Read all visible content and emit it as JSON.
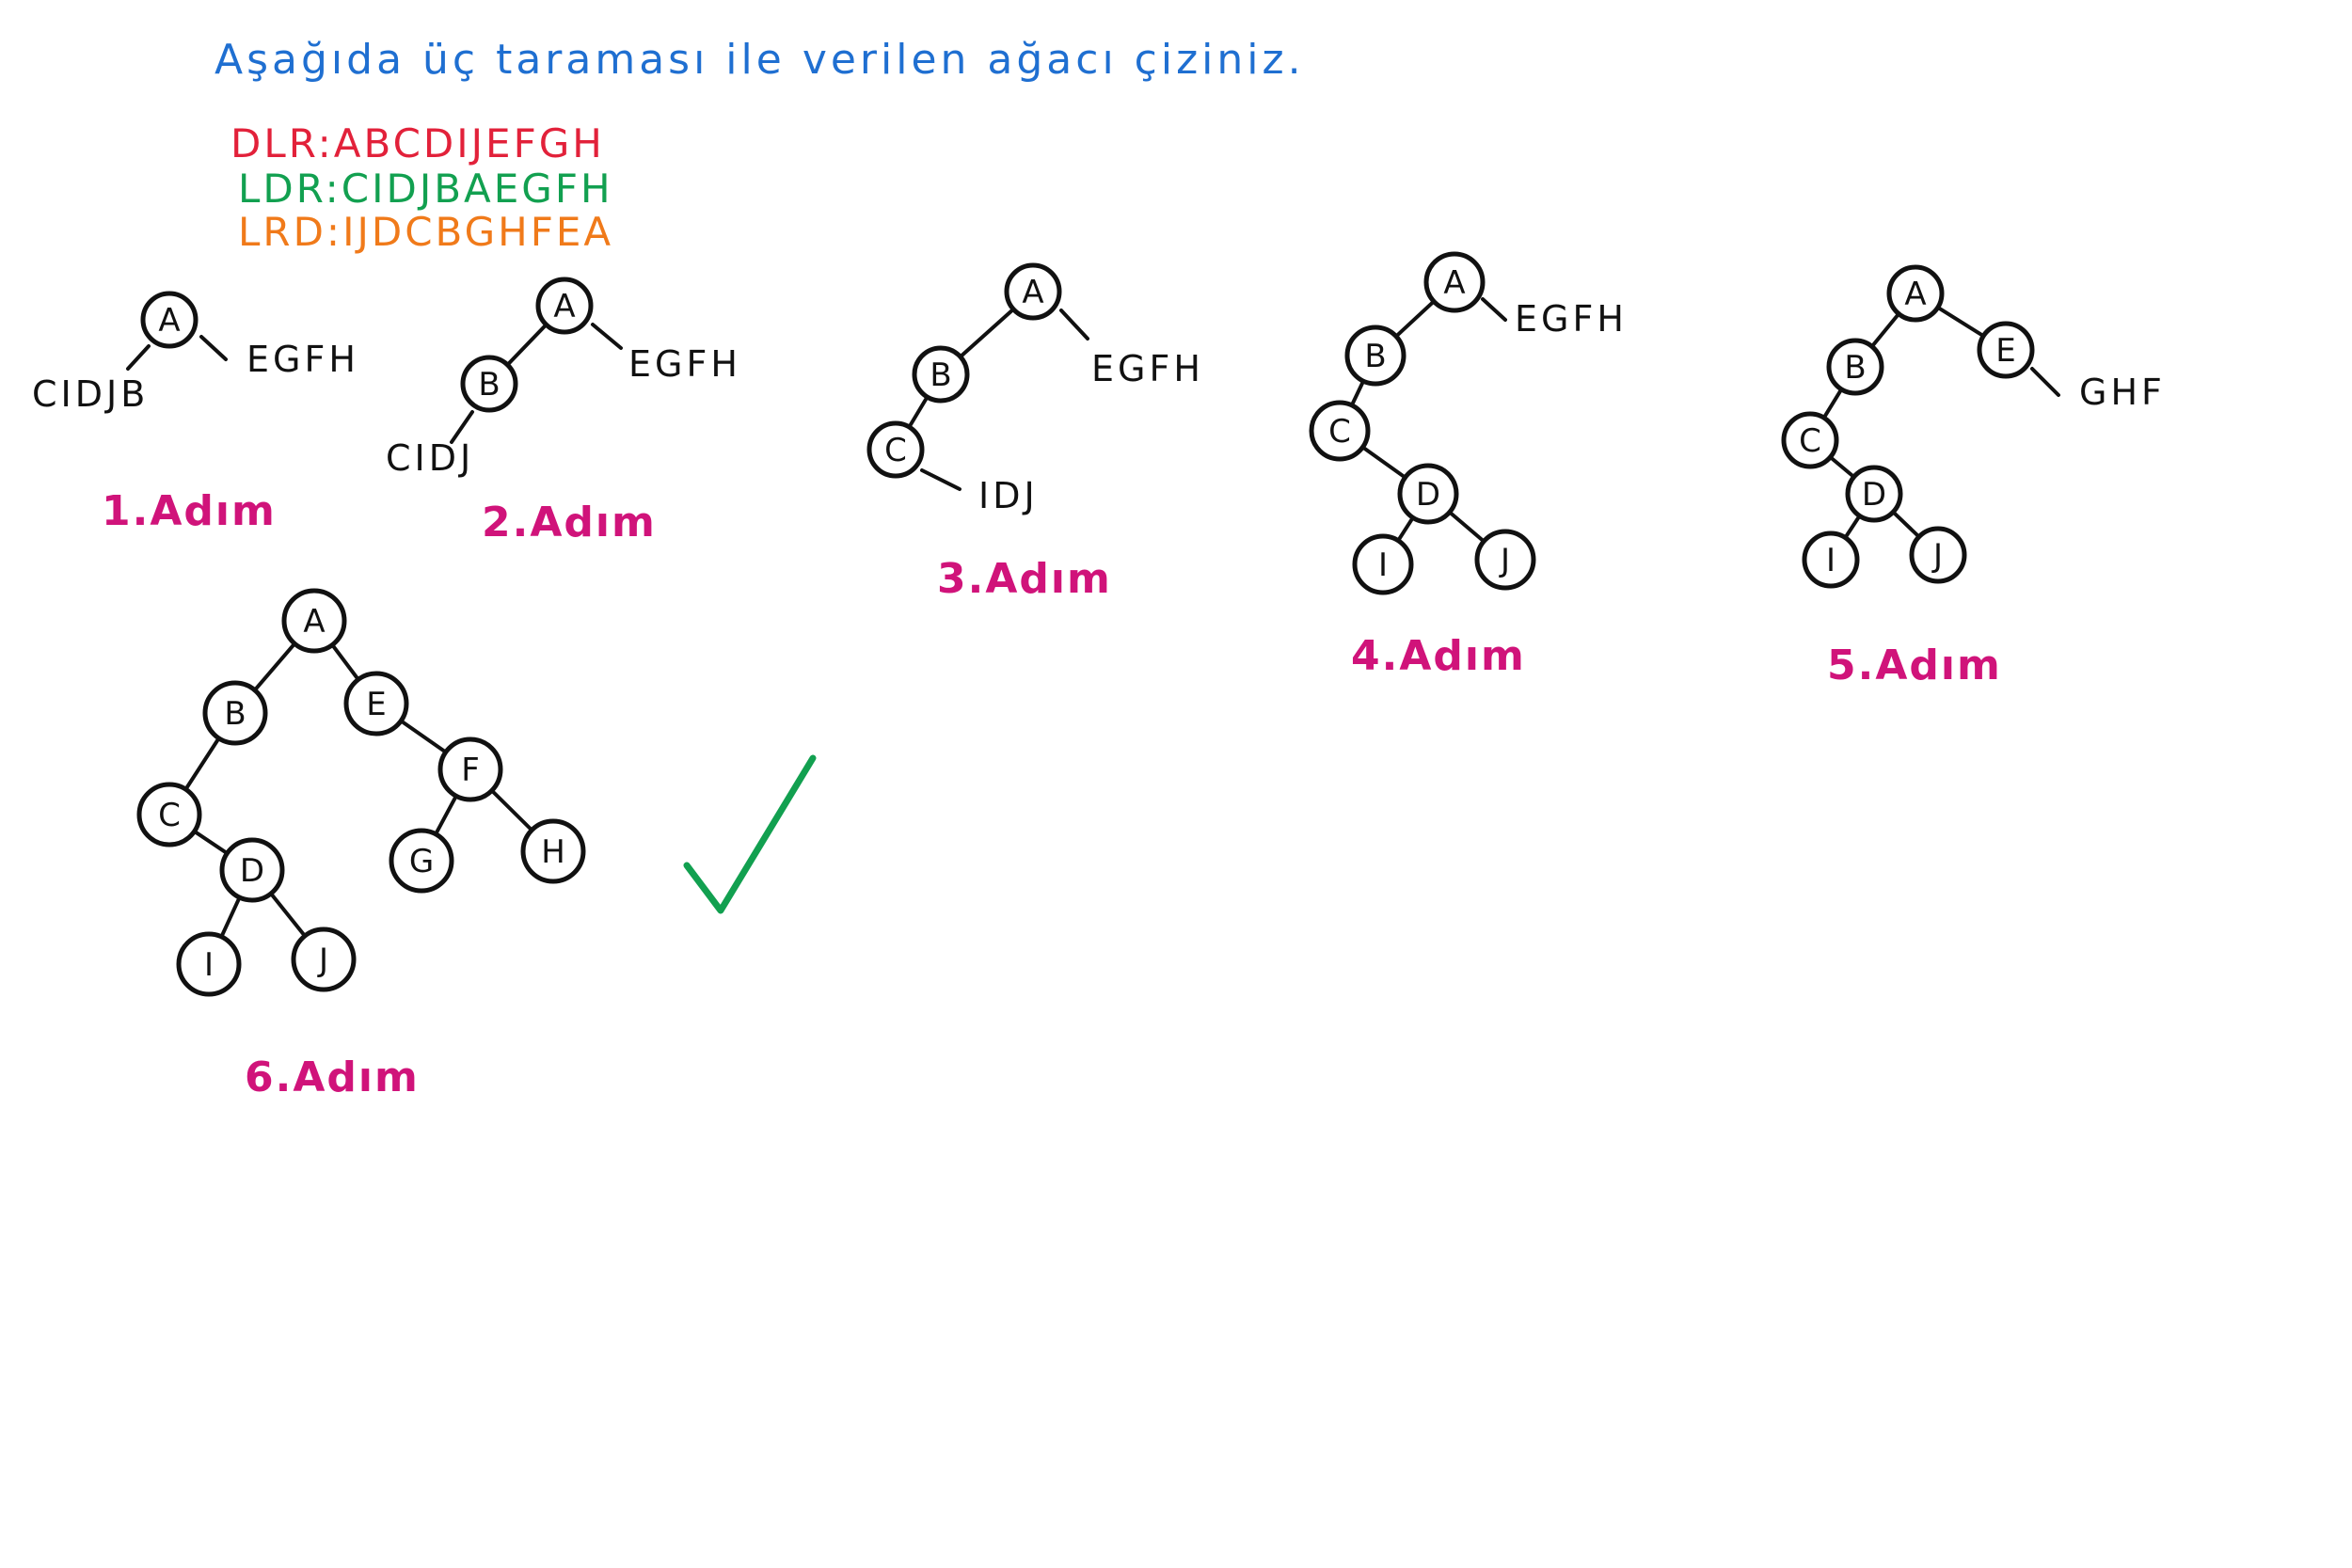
{
  "title": "Aşağıda üç taraması ile verilen ağacı çiziniz.",
  "traversals": {
    "dlr": "DLR:ABCDIJEFGH",
    "ldr": "LDR:CIDJBAEGFH",
    "lrd": "LRD:IJDCBGHFEA"
  },
  "steps": [
    {
      "label": "1.Adım",
      "nodes": [
        "A"
      ],
      "remaining": [
        "CIDJB",
        "EGFH"
      ]
    },
    {
      "label": "2.Adım",
      "nodes": [
        "A",
        "B"
      ],
      "remaining": [
        "CIDJ",
        "EGFH"
      ]
    },
    {
      "label": "3.Adım",
      "nodes": [
        "A",
        "B",
        "C"
      ],
      "remaining": [
        "IDJ",
        "EGFH"
      ]
    },
    {
      "label": "4.Adım",
      "nodes": [
        "A",
        "B",
        "C",
        "D",
        "I",
        "J"
      ],
      "remaining": [
        "EGFH"
      ]
    },
    {
      "label": "5.Adım",
      "nodes": [
        "A",
        "B",
        "C",
        "D",
        "I",
        "J",
        "E"
      ],
      "remaining": [
        "GHF"
      ]
    },
    {
      "label": "6.Adım",
      "nodes": [
        "A",
        "B",
        "C",
        "D",
        "I",
        "J",
        "E",
        "F",
        "G",
        "H"
      ],
      "remaining": []
    }
  ],
  "checkmark": {
    "icon": "checkmark-icon",
    "color": "#12a050"
  },
  "colors": {
    "title": "#1f6fd1",
    "dlr": "#e2213a",
    "ldr": "#12a050",
    "lrd": "#f07a1a",
    "step_label": "#d0137a",
    "ink": "#111111"
  }
}
